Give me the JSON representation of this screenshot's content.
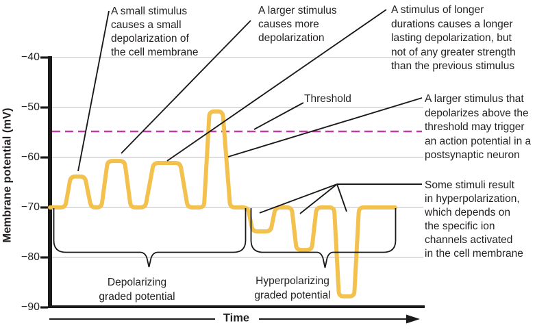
{
  "y_axis": {
    "label": "Membrane potential (mV)",
    "ticks": [
      "−40",
      "−50",
      "−60",
      "−70",
      "−80",
      "−90"
    ]
  },
  "x_axis": {
    "label": "Time"
  },
  "annotations": {
    "small_stimulus": [
      "A small stimulus",
      "causes a small",
      "depolarization of",
      "the cell membrane"
    ],
    "larger_stimulus": [
      "A larger stimulus",
      "causes more",
      "depolarization"
    ],
    "longer_stimulus": [
      "A stimulus of longer",
      "durations causes a longer",
      "lasting depolarization, but",
      "not of any greater strength",
      "than the previous stimulus"
    ],
    "threshold": "Threshold",
    "above_threshold": [
      "A larger stimulus that",
      "depolarizes above the",
      "threshold may trigger",
      "an action potential in a",
      "postsynaptic neuron"
    ],
    "hyperpolarization_note": [
      "Some stimuli result",
      "in hyperpolarization,",
      "which depends on",
      "the specific ion",
      "channels activated",
      "in the cell membrane"
    ]
  },
  "region_labels": {
    "depolarizing": [
      "Depolarizing",
      "graded potential"
    ],
    "hyperpolarizing": [
      "Hyperpolarizing",
      "graded potential"
    ]
  },
  "colors": {
    "trace": "#F2C14E",
    "threshold_line": "#BF3CA0",
    "text": "#231F20",
    "grid": "#D9D9D9",
    "axis": "#1A1A1A"
  },
  "chart_data": {
    "type": "line",
    "xlabel": "Time",
    "ylabel": "Membrane potential (mV)",
    "ylim": [
      -90,
      -40
    ],
    "yticks": [
      -40,
      -50,
      -60,
      -70,
      -80,
      -90
    ],
    "grid": true,
    "resting_potential_mV": -70,
    "threshold_mV": -55,
    "series": [
      {
        "name": "Membrane potential",
        "x": [
          0,
          0.044,
          0.06,
          0.101,
          0.119,
          0.149,
          0.167,
          0.216,
          0.234,
          0.276,
          0.3,
          0.377,
          0.399,
          0.446,
          0.462,
          0.5,
          0.522,
          0.573,
          0.587,
          0.639,
          0.653,
          0.7,
          0.714,
          0.758,
          0.772,
          0.823,
          0.837,
          0.881,
          0.895,
          1.0
        ],
        "y": [
          -70,
          -70,
          -63.8,
          -63.8,
          -70,
          -70,
          -60.7,
          -60.7,
          -70,
          -70,
          -61.1,
          -61.1,
          -70,
          -70,
          -50.8,
          -50.8,
          -70,
          -70,
          -74.8,
          -74.8,
          -70,
          -70,
          -78.5,
          -78.5,
          -70,
          -70,
          -87.8,
          -87.8,
          -70,
          -70
        ]
      }
    ],
    "events": [
      {
        "label": "small depolarization",
        "peak_mV": -64
      },
      {
        "label": "larger depolarization",
        "peak_mV": -61
      },
      {
        "label": "longer-duration depolarization",
        "peak_mV": -61
      },
      {
        "label": "above-threshold depolarization",
        "peak_mV": -51
      },
      {
        "label": "hyperpolarization",
        "peak_mV": -75
      },
      {
        "label": "hyperpolarization",
        "peak_mV": -78.5
      },
      {
        "label": "hyperpolarization",
        "peak_mV": -88
      }
    ]
  }
}
